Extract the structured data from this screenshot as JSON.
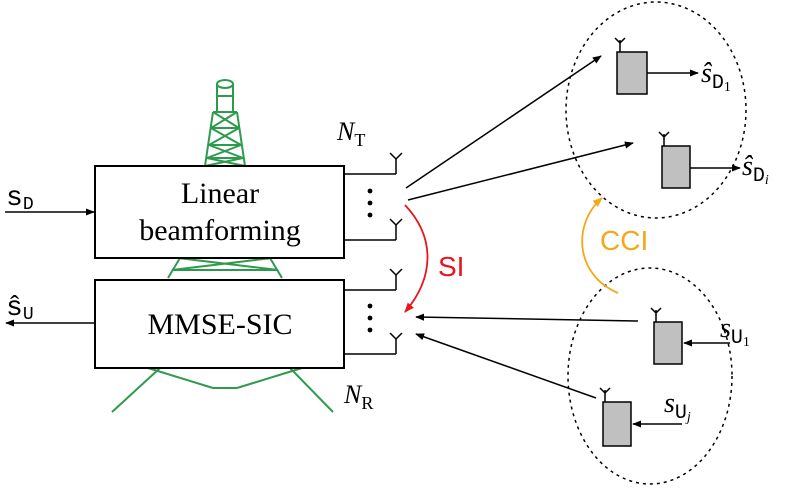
{
  "bs": {
    "beamformer_line1": "Linear",
    "beamformer_line2": "beamforming",
    "receiver_label": "MMSE-SIC",
    "tx_antennas_symbol": "N",
    "tx_antennas_sub": "T",
    "rx_antennas_symbol": "N",
    "rx_antennas_sub": "R"
  },
  "signals": {
    "downlink_input_symbol": "s",
    "downlink_input_sub": "D",
    "uplink_output_symbol": "ŝ",
    "uplink_output_sub": "U",
    "downlink_user1_symbol": "ŝ",
    "downlink_user1_sub": "D",
    "downlink_user1_subsub": "1",
    "downlink_useri_symbol": "ŝ",
    "downlink_useri_sub": "D",
    "downlink_useri_subsub": "i",
    "uplink_user1_symbol": "s",
    "uplink_user1_sub": "U",
    "uplink_user1_subsub": "1",
    "uplink_userj_symbol": "s",
    "uplink_userj_sub": "U",
    "uplink_userj_subsub": "j"
  },
  "interference": {
    "si_label": "SI",
    "cci_label": "CCI"
  },
  "colors": {
    "tower": "#2e9a4e",
    "si": "#e8151b",
    "cci": "#f5a815",
    "device": "#c0c0c0",
    "line": "#000000"
  }
}
